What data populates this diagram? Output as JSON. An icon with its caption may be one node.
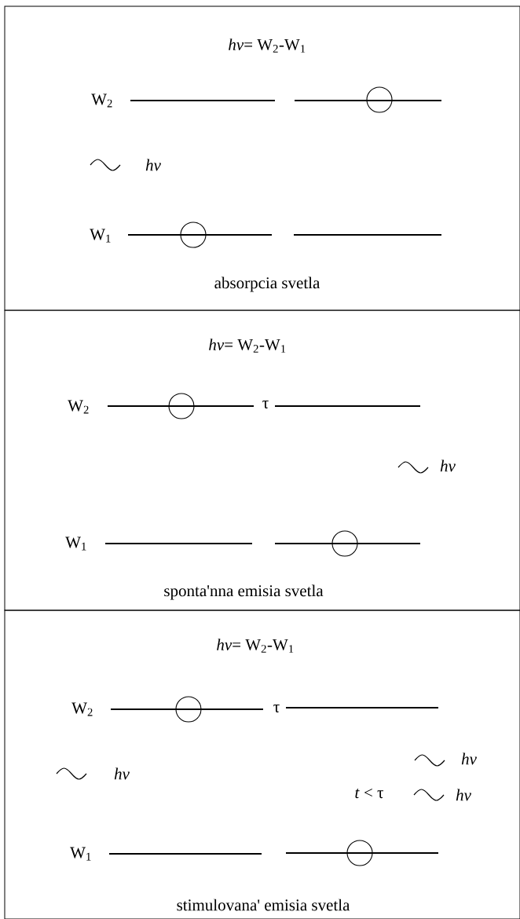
{
  "diagram": {
    "nodes": [
      {
        "text": [
          "*hν*= W$_{2}$-W$_{1}$",
          "absorpcia svetla"
        ]
      },
      {
        "text": [
          "*hν*= W$_{2}$-W$_{1}$",
          "sponta'nna emisia svetla"
        ]
      },
      {
        "text": [
          "*hν*= W$_{2}$-W$_{1}$",
          "stimulovana' emisia svetla"
        ]
      }
    ],
    "labels": [
      "W$_{2}$",
      "hν",
      "W$_{1}$",
      "W$_{2}$",
      "τ",
      "hν",
      "W$_{1}$",
      "W$_{2}$",
      "τ",
      "hν",
      "hν",
      "*t* < τ",
      "hν",
      "W$_{1}$"
    ]
  }
}
